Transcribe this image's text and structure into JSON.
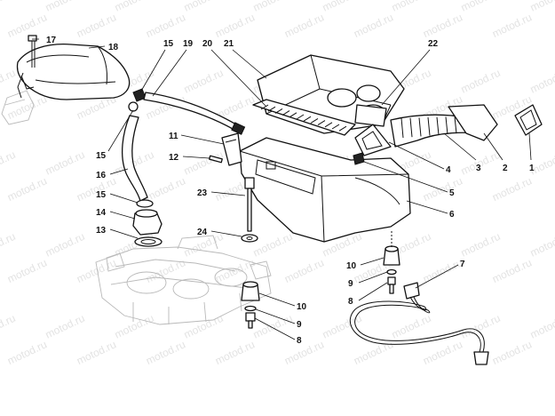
{
  "watermark": "motod.ru",
  "callouts": [
    "17",
    "18",
    "15",
    "19",
    "20",
    "21",
    "22",
    "15",
    "16",
    "11",
    "12",
    "15",
    "14",
    "13",
    "23",
    "24",
    "4",
    "3",
    "2",
    "1",
    "5",
    "6",
    "7",
    "10",
    "9",
    "8",
    "10",
    "9",
    "8"
  ],
  "colors": {
    "line": "#111111",
    "ghost": "#b9b9b9",
    "background": "#ffffff"
  }
}
